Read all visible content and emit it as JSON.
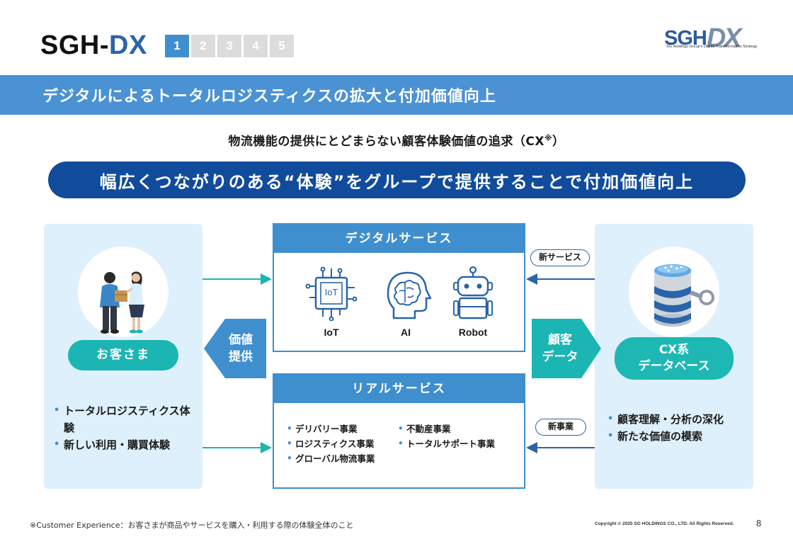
{
  "header": {
    "brand_prefix": "SGH-",
    "brand_suffix": "DX",
    "steps": [
      "1",
      "2",
      "3",
      "4",
      "5"
    ],
    "active_step": "1",
    "logo_text": "SGH",
    "logo_dx": "DX",
    "logo_tagline": "SG Holdings Group's Digital Transformation Strategy"
  },
  "banner": {
    "title": "デジタルによるトータルロジスティクスの拡大と付加価値向上"
  },
  "subtitle": {
    "text": "物流機能の提供にとどまらない顧客体験価値の追求（CX",
    "mark": "※",
    "close": "）"
  },
  "headline": "幅広くつながりのある“体験”をグループで提供することで付加価値向上",
  "customer": {
    "label": "お客さま",
    "bullets": [
      "トータルロジスティクス体験",
      "新しい利用・購買体験"
    ]
  },
  "value_arrow": {
    "line1": "価値",
    "line2": "提供"
  },
  "digital_services": {
    "title": "デジタルサービス",
    "items": [
      {
        "label": "IoT",
        "icon": "iot-chip-icon"
      },
      {
        "label": "AI",
        "icon": "brain-icon"
      },
      {
        "label": "Robot",
        "icon": "robot-icon"
      }
    ],
    "chip_text": "IoT"
  },
  "real_services": {
    "title": "リアルサービス",
    "col1": [
      "デリバリー事業",
      "ロジスティクス事業",
      "グローバル物流事業"
    ],
    "col2": [
      "不動産事業",
      "トータルサポート事業"
    ]
  },
  "data_arrow": {
    "line1": "顧客",
    "line2": "データ"
  },
  "tags": {
    "new_service": "新サービス",
    "new_business": "新事業"
  },
  "cx_database": {
    "label_line1": "CX系",
    "label_line2": "データベース",
    "bullets": [
      "顧客理解・分析の深化",
      "新たな価値の模索"
    ]
  },
  "footer": {
    "footnote": "※Customer Experience：お客さまが商品やサービスを購入・利用する際の体験全体のこと",
    "copyright": "Copyright © 2025 SG HOLDINGS CO., LTD. All Rights Reserved.",
    "page": "8"
  },
  "colors": {
    "banner": "#4a92d3",
    "navy": "#114c9c",
    "teal": "#1bb5b3",
    "panel": "#def0fb",
    "accent": "#3f8fcf"
  }
}
